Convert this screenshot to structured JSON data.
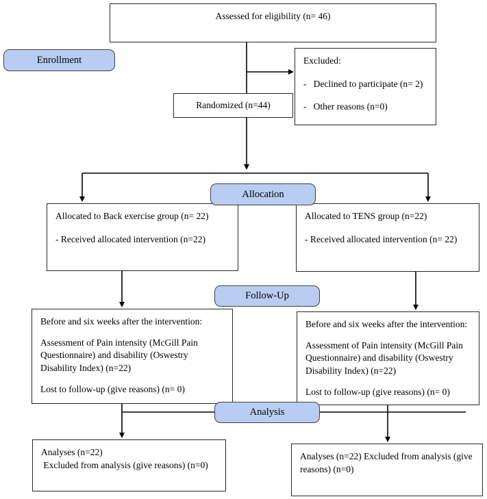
{
  "diagram": {
    "kind": "consort-flow-diagram",
    "stages": {
      "enrollment": "Enrollment",
      "allocation": "Allocation",
      "followup": "Follow-Up",
      "analysis": "Analysis"
    },
    "boxes": {
      "eligibility": {
        "text": "Assessed for eligibility (n= 46)"
      },
      "excluded": {
        "title": "Excluded:",
        "items": [
          "-   Declined to participate (n= 2)",
          "-   Other reasons (n=0)"
        ]
      },
      "randomized": {
        "text": "Randomized (n=44)"
      },
      "alloc_left": {
        "lines": [
          "Allocated to Back exercise group (n= 22)",
          "- Received allocated intervention (n=22)"
        ]
      },
      "alloc_right": {
        "lines": [
          "Allocated to TENS group (n=22)",
          "- Received allocated intervention (n= 22)"
        ]
      },
      "fu_left": {
        "lines": [
          "Before and six weeks after the intervention:",
          "Assessment of Pain intensity (McGill Pain Questionnaire) and disability (Oswestry Disability Index) (n=22)",
          "Lost to follow-up (give reasons) (n= 0)"
        ]
      },
      "fu_right": {
        "lines": [
          "Before and six weeks after the intervention:",
          "Assessment of Pain intensity (McGill Pain Questionnaire) and disability (Oswestry Disability Index) (n=22)",
          "Lost to follow-up (give reasons) (n= 0)"
        ]
      },
      "an_left": {
        "lines": [
          "Analyses (n=22)",
          " Excluded from analysis (give reasons) (n=0)"
        ]
      },
      "an_right": {
        "text": "Analyses (n=22) Excluded from analysis (give reasons) (n=0)"
      }
    },
    "colors": {
      "stage_fill": "#b9cdf2",
      "stage_border": "#3f3f3f",
      "box_border": "#262626",
      "line": "#000000"
    }
  }
}
